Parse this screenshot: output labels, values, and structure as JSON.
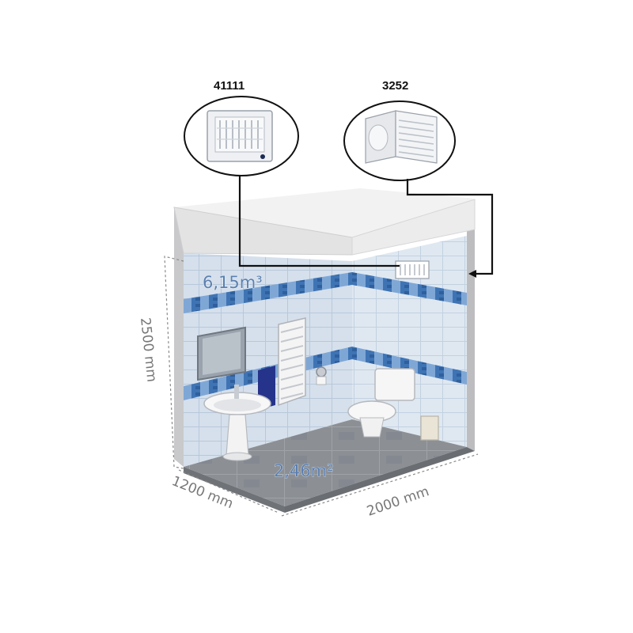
{
  "products": [
    {
      "code": "41111",
      "icon": "wall-fan-icon"
    },
    {
      "code": "3252",
      "icon": "ventilation-grille-icon"
    }
  ],
  "room": {
    "volume": "6,15m³",
    "area": "2,46m²",
    "height": "2500 mm",
    "depth": "1200 mm",
    "width": "2000 mm"
  },
  "colors": {
    "tile_band": "#4a7fbe",
    "tile_light": "#c9d9ea",
    "connector": "#111111",
    "dimension_line": "#888888",
    "metric_text": "#5a7fb0",
    "floor": "#8a8e92"
  }
}
